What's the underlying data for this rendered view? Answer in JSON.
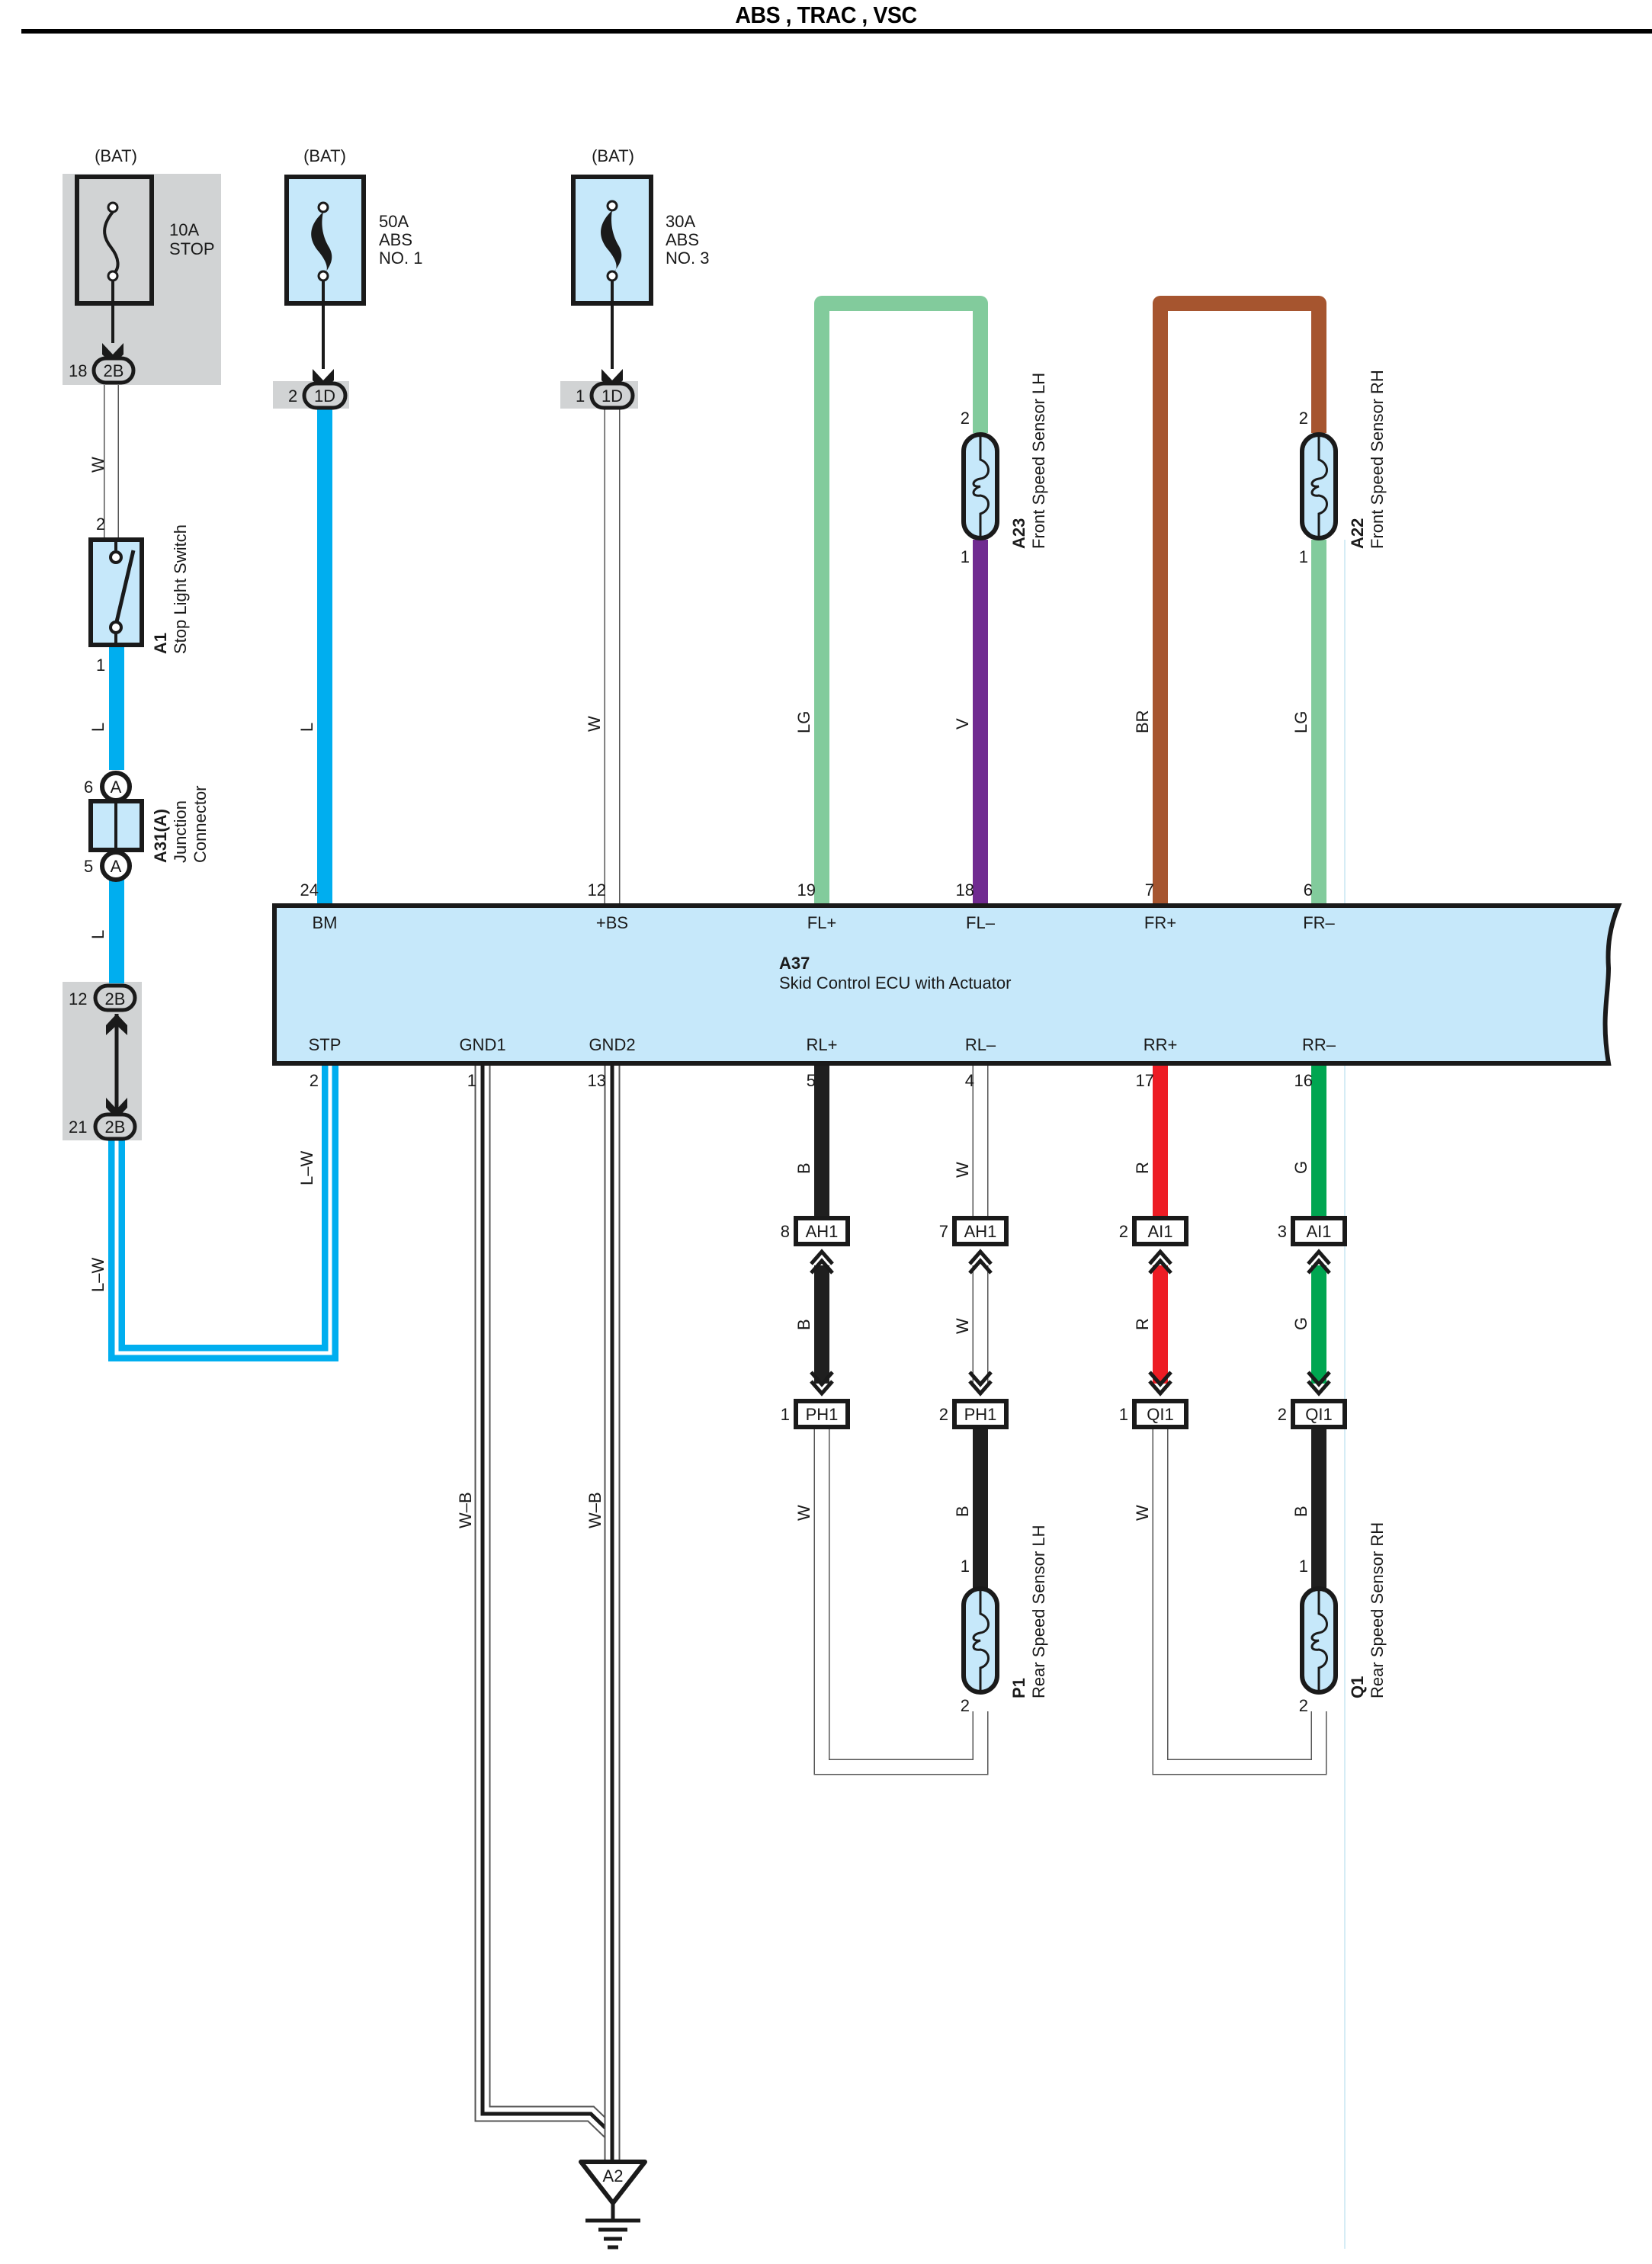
{
  "title": "ABS , TRAC , VSC",
  "colors": {
    "L": "#00aeef",
    "LG": "#82cb9c",
    "V": "#702b91",
    "BR": "#a6552f",
    "B": "#1f1f1f",
    "R": "#ed1c24",
    "G": "#00a651",
    "W": "#ffffff",
    "component_fill": "#c6e8fa",
    "junction_block_fill": "#d1d3d4",
    "outline": "#1a1a1a"
  },
  "fuses": [
    {
      "id": "fuse-stop",
      "source": "(BAT)",
      "rating": "10A",
      "name_lines": [
        "STOP"
      ],
      "connector": {
        "pin": "18",
        "code": "2B"
      }
    },
    {
      "id": "fuse-abs-no1",
      "source": "(BAT)",
      "rating": "50A",
      "name_lines": [
        "ABS",
        "NO. 1"
      ],
      "connector": {
        "pin": "2",
        "code": "1D"
      }
    },
    {
      "id": "fuse-abs-no3",
      "source": "(BAT)",
      "rating": "30A",
      "name_lines": [
        "ABS",
        "NO. 3"
      ],
      "connector": {
        "pin": "1",
        "code": "1D"
      }
    }
  ],
  "stop_light_switch": {
    "code": "A1",
    "name": "Stop Light Switch",
    "pin_top": "2",
    "pin_bottom": "1"
  },
  "junction_connector": {
    "code": "A31(A)",
    "name_lines": [
      "Junction",
      "Connector"
    ],
    "pin_top": "6",
    "pin_bottom": "5",
    "pin_letter": "A"
  },
  "junction_block_lower": {
    "pin_top": "12",
    "pin_bottom": "21",
    "code": "2B"
  },
  "ecu": {
    "code": "A37",
    "name": "Skid Control ECU with Actuator",
    "top_terminals": [
      {
        "label": "BM",
        "pin": "24"
      },
      {
        "label": "+BS",
        "pin": "12"
      },
      {
        "label": "FL+",
        "pin": "19"
      },
      {
        "label": "FL–",
        "pin": "18"
      },
      {
        "label": "FR+",
        "pin": "7"
      },
      {
        "label": "FR–",
        "pin": "6"
      }
    ],
    "bottom_terminals": [
      {
        "label": "STP",
        "pin": "2"
      },
      {
        "label": "GND1",
        "pin": "1"
      },
      {
        "label": "GND2",
        "pin": "13"
      },
      {
        "label": "RL+",
        "pin": "5"
      },
      {
        "label": "RL–",
        "pin": "4"
      },
      {
        "label": "RR+",
        "pin": "17"
      },
      {
        "label": "RR–",
        "pin": "16"
      }
    ]
  },
  "wire_labels": {
    "stop_w": "W",
    "switch_to_jc": "L",
    "jc_to_jb": "L",
    "bm": "L",
    "bs": "W",
    "stp_left": "L–W",
    "stp_right": "L–W",
    "fl_plus": "LG",
    "fl_minus": "V",
    "fr_plus": "BR",
    "fr_minus": "LG",
    "gnd1": "W–B",
    "gnd2": "W–B",
    "rl_plus_upper": "B",
    "rl_plus_lower": "B",
    "rl_minus_upper": "W",
    "rl_minus_lower": "W",
    "rr_plus_upper": "R",
    "rr_plus_lower": "R",
    "rr_minus_upper": "G",
    "rr_minus_lower": "G",
    "rl_sensor_w": "W",
    "rl_sensor_b": "B",
    "rr_sensor_w": "W",
    "rr_sensor_b": "B"
  },
  "front_sensors": [
    {
      "code": "A23",
      "name": "Front Speed Sensor LH",
      "pin_top": "2",
      "pin_bottom": "1"
    },
    {
      "code": "A22",
      "name": "Front Speed Sensor RH",
      "pin_top": "2",
      "pin_bottom": "1"
    }
  ],
  "rear_connectors": [
    {
      "upper": {
        "pin": "8",
        "code": "AH1"
      },
      "lower": {
        "pin": "1",
        "code": "PH1"
      }
    },
    {
      "upper": {
        "pin": "7",
        "code": "AH1"
      },
      "lower": {
        "pin": "2",
        "code": "PH1"
      }
    },
    {
      "upper": {
        "pin": "2",
        "code": "AI1"
      },
      "lower": {
        "pin": "1",
        "code": "QI1"
      }
    },
    {
      "upper": {
        "pin": "3",
        "code": "AI1"
      },
      "lower": {
        "pin": "2",
        "code": "QI1"
      }
    }
  ],
  "rear_sensors": [
    {
      "code": "P1",
      "name": "Rear Speed Sensor LH",
      "pin_top": "1",
      "pin_bottom": "2"
    },
    {
      "code": "Q1",
      "name": "Rear Speed Sensor RH",
      "pin_top": "1",
      "pin_bottom": "2"
    }
  ],
  "ground": {
    "code": "A2"
  }
}
